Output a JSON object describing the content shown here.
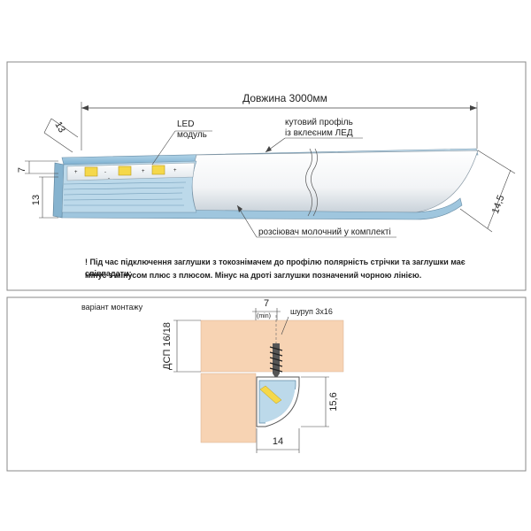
{
  "top_panel": {
    "length_label": "Довжина  3000мм",
    "led_module": [
      "LED",
      "модуль"
    ],
    "corner_profile": [
      "кутовий профіль",
      "із вклеєним ЛЕД"
    ],
    "diffuser": "розсіювач молочний у комплекті",
    "dim_13_top": "13",
    "dim_7": "7",
    "dim_13_left": "13",
    "dim_14_5": "14,5",
    "note_line1": "! Під час підключення заглушки з токознімачем до профілю полярність стрічки та заглушки має співпадати:",
    "note_line2": "мінус з мінусом плюс з плюсом. Мінус на дроті заглушки позначений чорною лінією."
  },
  "bottom_panel": {
    "mount_label": "варіант  монтажу",
    "dsp_label": "ДСП 16/18",
    "dim_7": "7",
    "dim_min": "(min)",
    "screw_label": "шуруп 3х16",
    "dim_15_6": "15,6",
    "dim_14": "14"
  },
  "colors": {
    "wood": "#f7d3b3",
    "profile_blue": "#a8cfe6",
    "led_yellow": "#f5d84a",
    "frame": "#888888"
  }
}
